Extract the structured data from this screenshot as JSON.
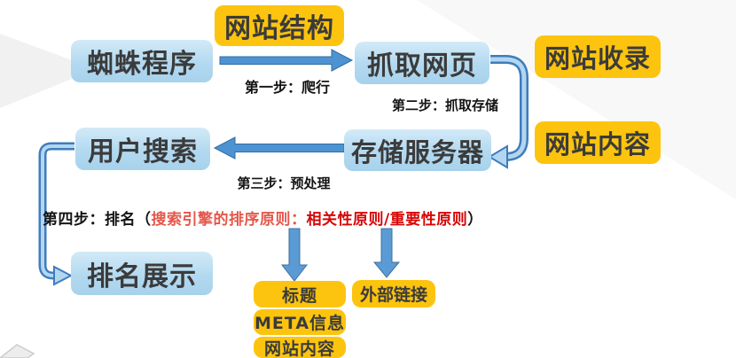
{
  "diagram": {
    "topic": "search-engine-workflow",
    "nodes": {
      "spider": {
        "label": "蜘蛛程序",
        "style": "blue"
      },
      "site_structure": {
        "label": "网站结构",
        "style": "yellow"
      },
      "fetch_pages": {
        "label": "抓取网页",
        "style": "blue"
      },
      "site_indexed": {
        "label": "网站收录",
        "style": "yellow"
      },
      "site_content_right": {
        "label": "网站内容",
        "style": "yellow"
      },
      "storage_server": {
        "label": "存储服务器",
        "style": "blue"
      },
      "user_search": {
        "label": "用户搜索",
        "style": "blue"
      },
      "rank_display": {
        "label": "排名展示",
        "style": "blue"
      },
      "title_box": {
        "label": "标题",
        "style": "yellow"
      },
      "meta_box": {
        "label": "META信息",
        "style": "yellow"
      },
      "site_content_bottom": {
        "label": "网站内容",
        "style": "yellow"
      },
      "external_links": {
        "label": "外部链接",
        "style": "yellow"
      }
    },
    "steps": {
      "step1": "第一步：爬行",
      "step2": "第二步：抓取存储",
      "step3": "第三步：预处理",
      "step4_prefix": "第四步：排名（",
      "step4_red_normal": "搜索引擎的排序原则：",
      "step4_red_bold": "相关性原则/重要性原则",
      "step4_suffix": "）"
    },
    "colors": {
      "node_blue": "#b3d9f0",
      "node_yellow": "#fcc40e",
      "arrow_fill": "#4e93d1",
      "arrow_outline": "#2e6da4",
      "connector_light": "#b3d6f0",
      "connector_dark": "#3e7cbd",
      "red_text": "#e4574a",
      "red_text_bold": "#d60606",
      "node_text": "#3b3b3b"
    }
  }
}
